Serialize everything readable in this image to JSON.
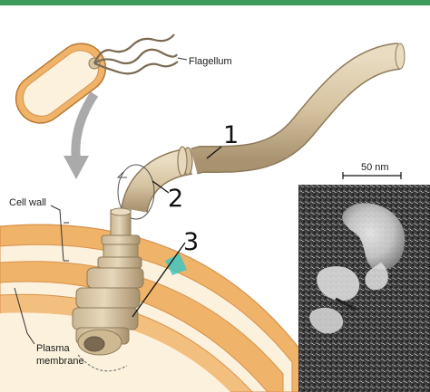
{
  "labels": {
    "flagellum": "Flagellum",
    "cell_wall": "Cell wall",
    "plasma_membrane_line1": "Plasma",
    "plasma_membrane_line2": "membrane",
    "scale_bar": "50 nm"
  },
  "annotations": {
    "one": "1",
    "two": "2",
    "three": "3"
  },
  "colors": {
    "top_band": "#3d9a5a",
    "cell_wall_outer": "#f0b36a",
    "cell_wall_stroke": "#d8914a",
    "plasma_membrane": "#f3bf7e",
    "cream_band": "#fbf1dc",
    "flagellum_fill": "#d8c6a4",
    "flagellum_shade": "#b7a17c",
    "arrow": "#aaaaaa",
    "teal_marker": "#3fc6c0"
  }
}
